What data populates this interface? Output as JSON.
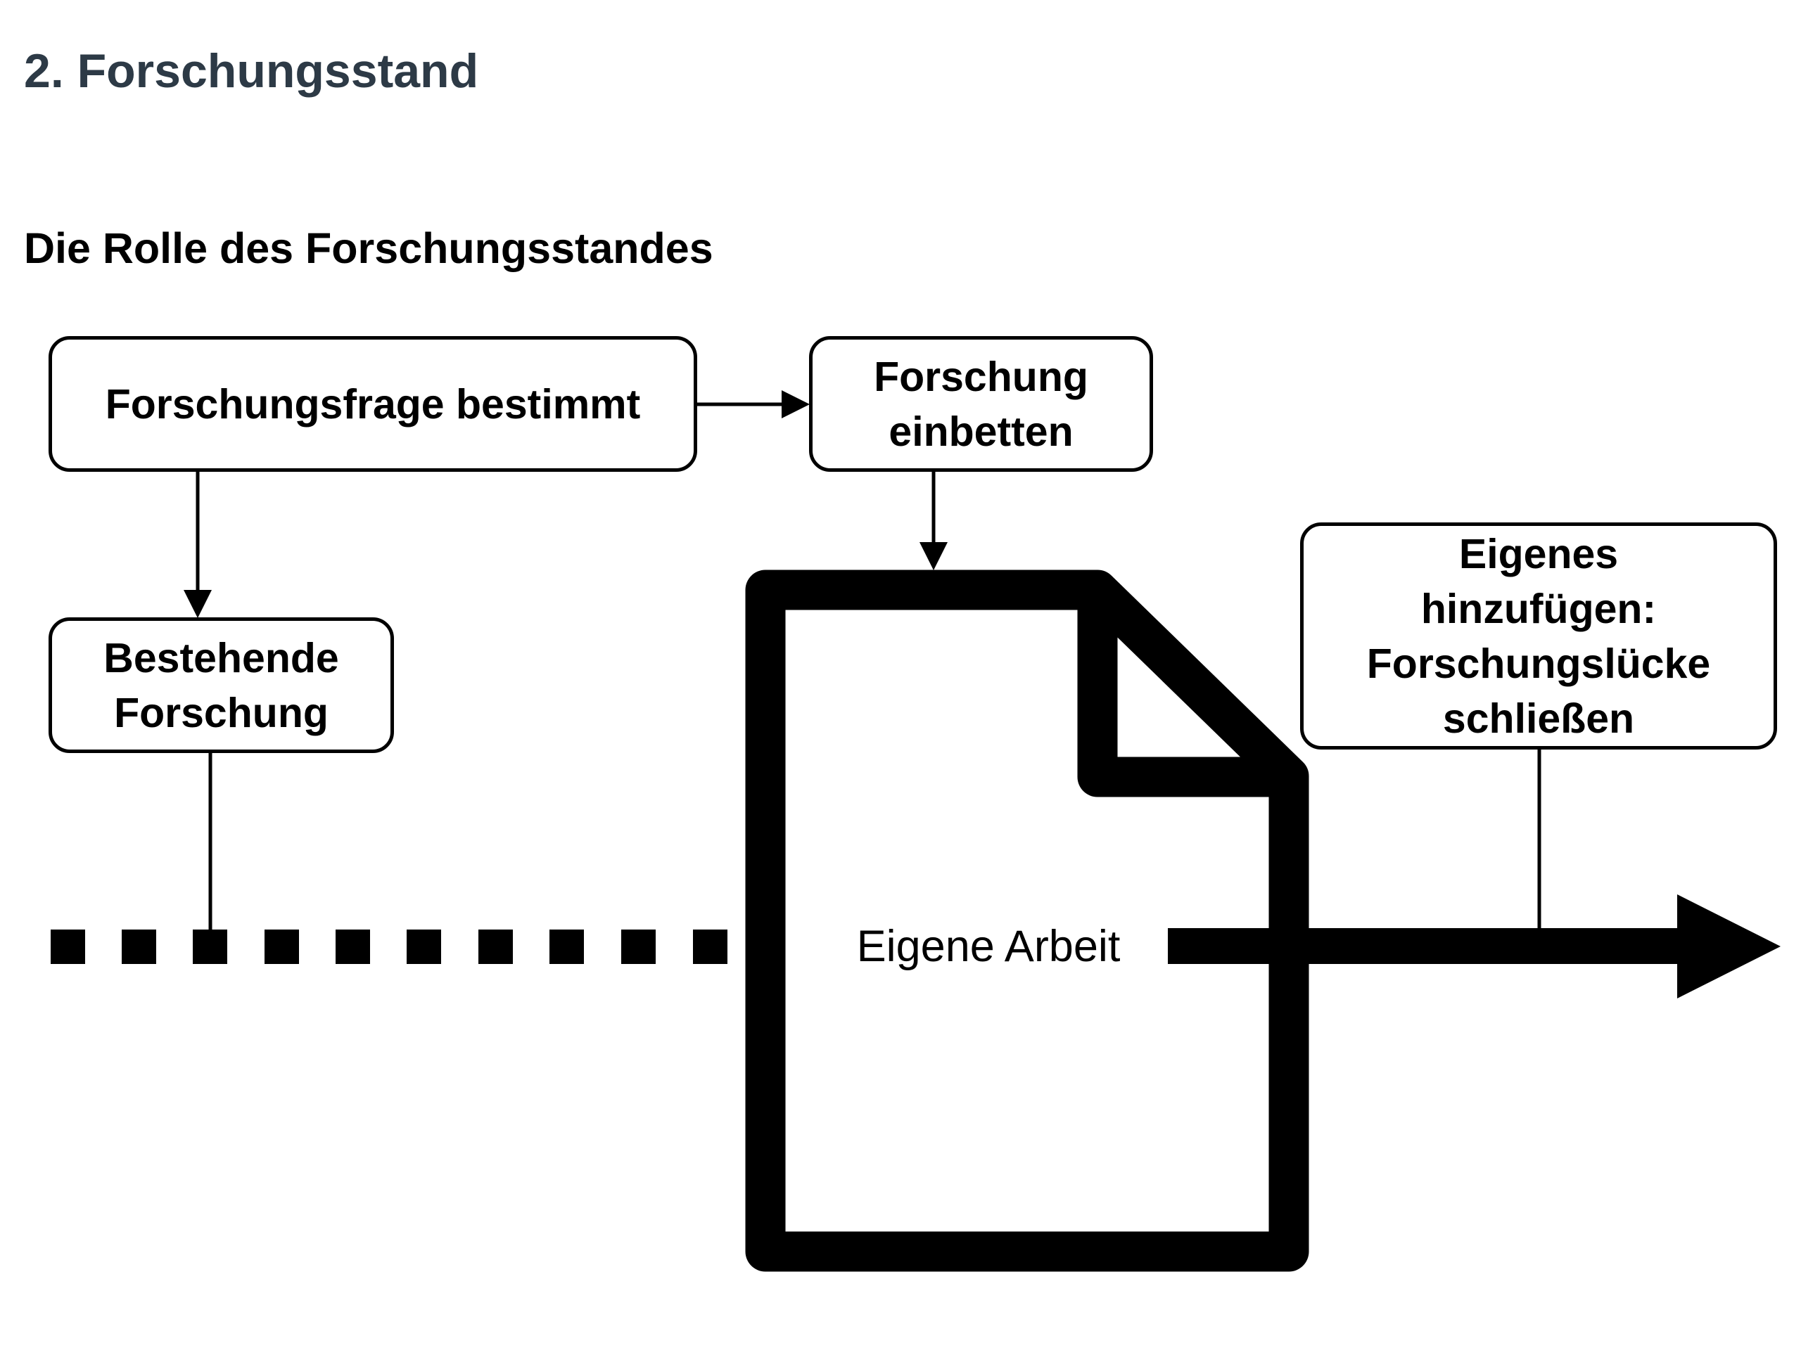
{
  "header": {
    "title": "2. Forschungsstand",
    "subtitle": "Die Rolle des Forschungsstandes"
  },
  "diagram": {
    "boxes": {
      "research_question": "Forschungsfrage bestimmt",
      "embed_line1": "Forschung",
      "embed_line2": "einbetten",
      "existing_line1": "Bestehende",
      "existing_line2": "Forschung",
      "add_line1": "Eigenes",
      "add_line2": "hinzufügen:",
      "add_line3": "Forschungslücke",
      "add_line4": "schließen"
    },
    "document_label": "Eigene Arbeit"
  }
}
